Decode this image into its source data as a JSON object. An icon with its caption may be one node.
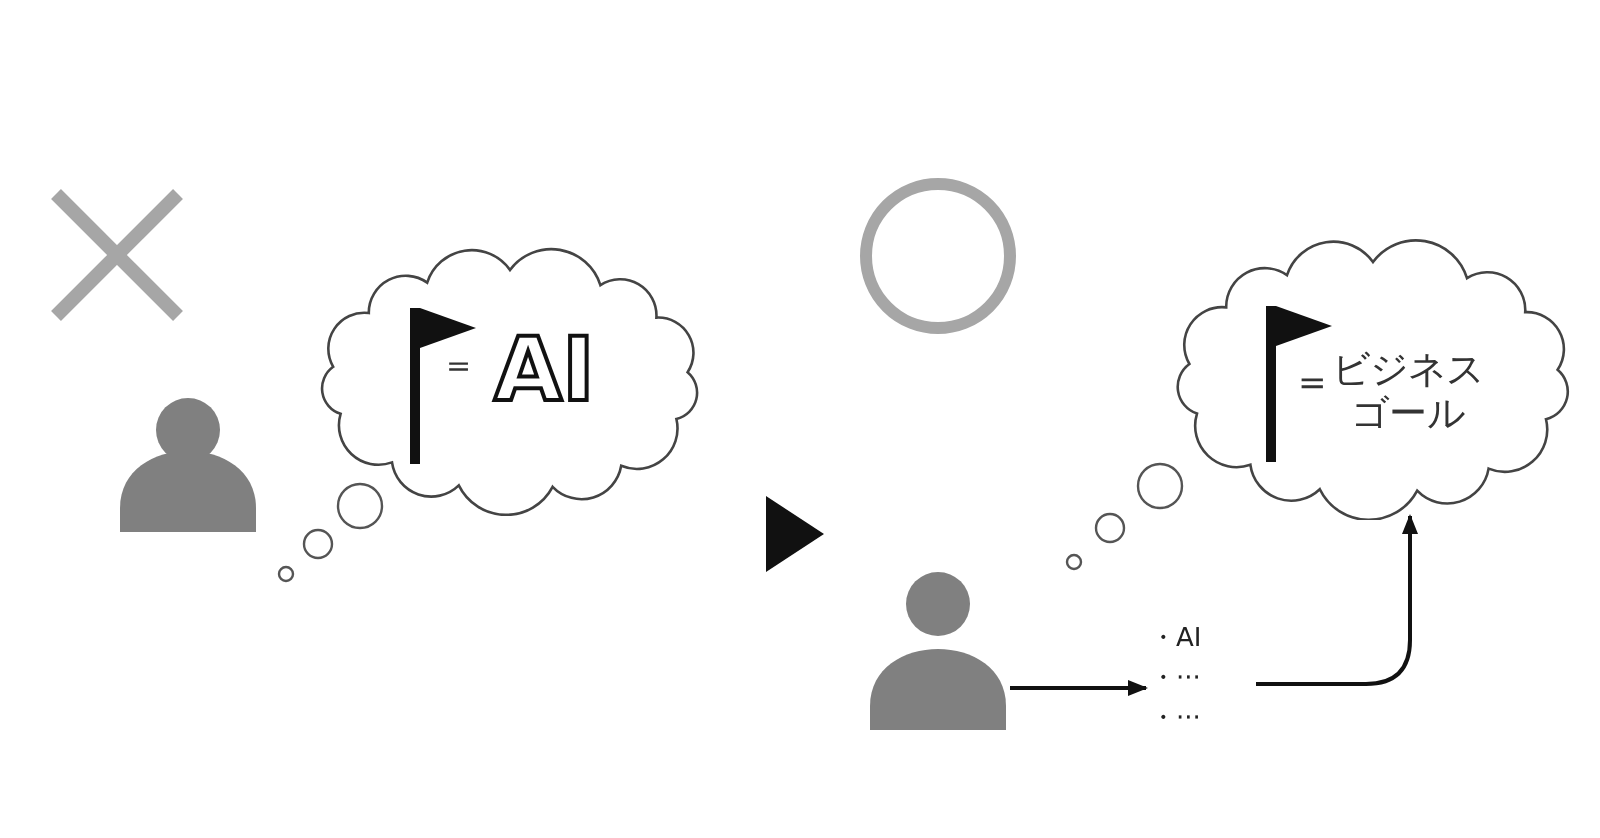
{
  "diagram": {
    "nodes": [
      {
        "text": [],
        "shape": "person"
      },
      {
        "text": [
          "=",
          "AI"
        ]
      },
      {
        "text": [],
        "shape": "person"
      },
      {
        "text": [
          "・AI",
          "・···",
          "・···"
        ]
      },
      {
        "text": [
          "=",
          "ビジネスゴール"
        ]
      }
    ],
    "edges": [
      {
        "from": 2,
        "to": 3,
        "arrow": "to"
      },
      {
        "from": 3,
        "to": 4,
        "arrow": "to"
      }
    ]
  }
}
